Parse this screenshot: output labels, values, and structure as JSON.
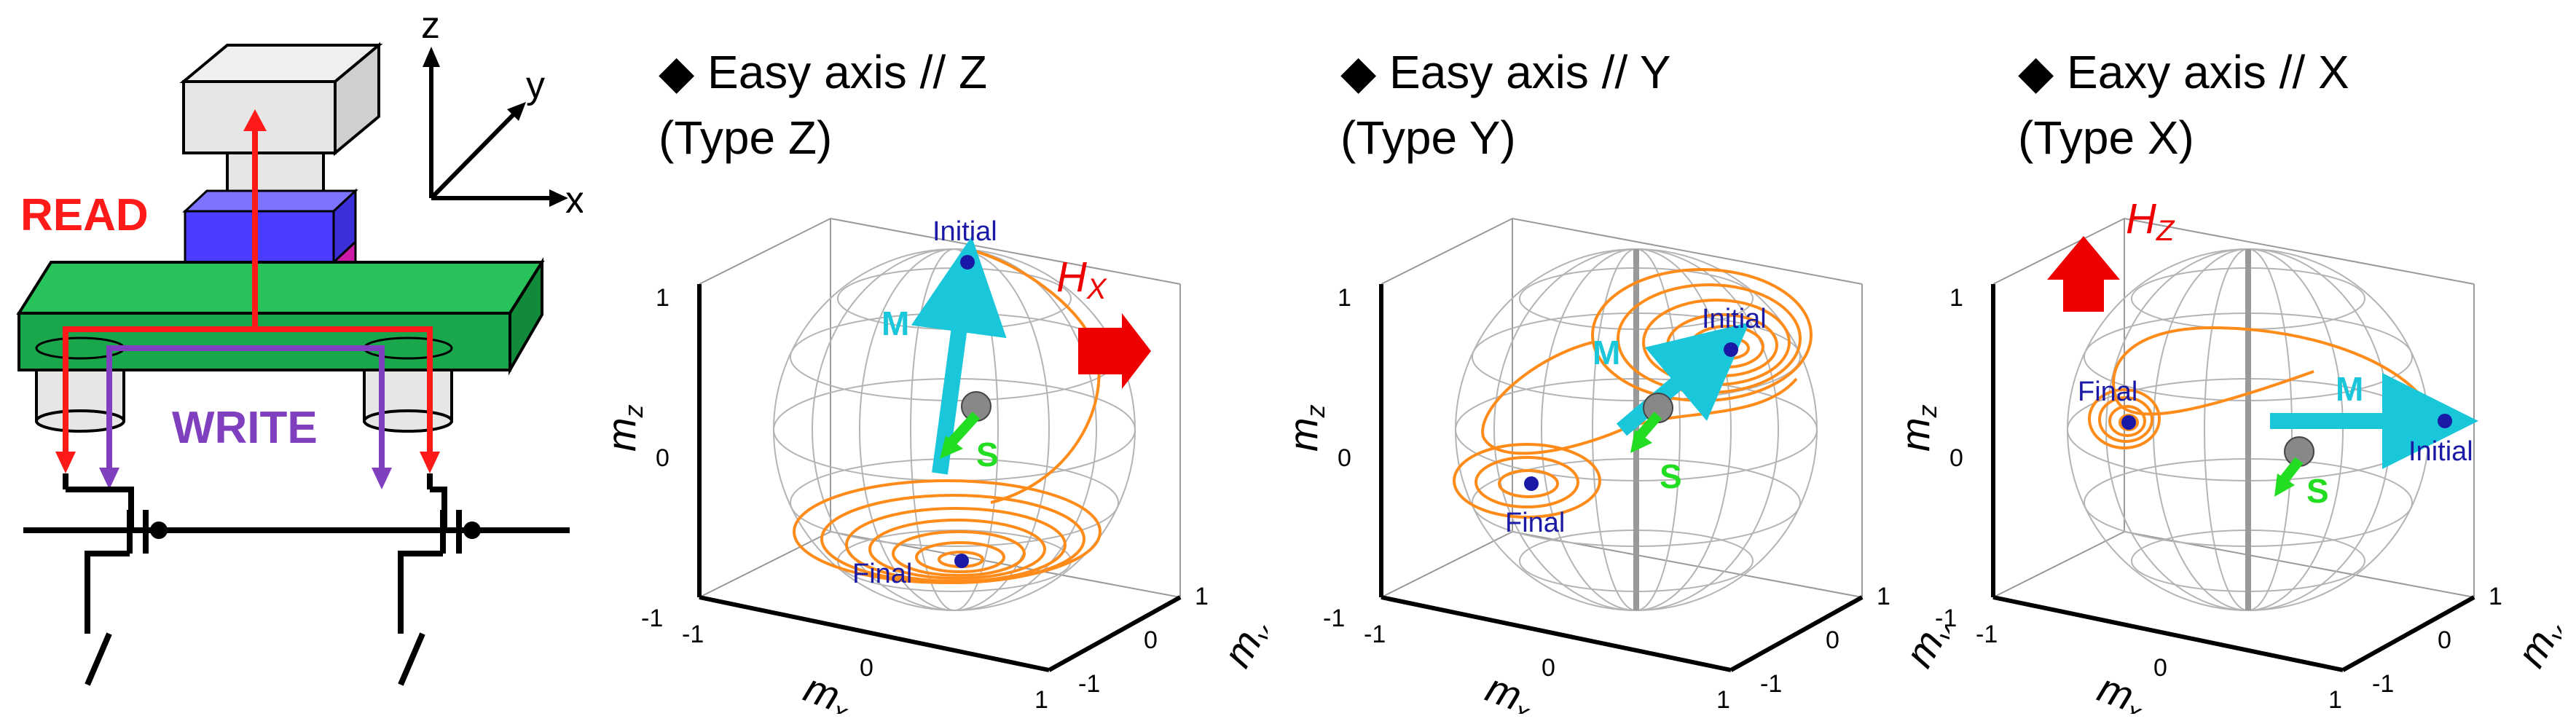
{
  "device": {
    "read_label": "READ",
    "write_label": "WRITE",
    "axes": {
      "z": "z",
      "y": "y",
      "x": "x"
    },
    "colors": {
      "read": "#ff1a1a",
      "write": "#7f3fbf",
      "substrate": "#1aa64a",
      "mtj_blue": "#4b3dff",
      "mtj_pink": "#ff33cc",
      "pillar": "#e6e6e6"
    }
  },
  "panels": [
    {
      "title": "Easy axis // Z",
      "type_label": "(Type Z)",
      "initial_label": "Initial",
      "final_label": "Final",
      "m_label": "M",
      "s_label": "S",
      "field_label": "H",
      "field_sub": "X",
      "axis_z_label": "m",
      "axis_z_sub": "z",
      "axis_x_label": "m",
      "axis_x_sub": "x",
      "axis_y_label": "m",
      "axis_y_sub": "y",
      "ticks_z": [
        "1",
        "0",
        "-1"
      ],
      "ticks_x": [
        "-1",
        "0",
        "1"
      ],
      "ticks_y": [
        "1",
        "0",
        "-1"
      ]
    },
    {
      "title": "Easy axis // Y",
      "type_label": "(Type Y)",
      "initial_label": "Initial",
      "final_label": "Final",
      "m_label": "M",
      "s_label": "S",
      "axis_z_label": "m",
      "axis_z_sub": "z",
      "axis_x_label": "m",
      "axis_x_sub": "x",
      "axis_y_label": "m",
      "axis_y_sub": "y",
      "ticks_z": [
        "1",
        "0",
        "-1"
      ],
      "ticks_x": [
        "-1",
        "0",
        "1"
      ],
      "ticks_y": [
        "1",
        "0",
        "-1"
      ]
    },
    {
      "title": "Eaxy axis // X",
      "type_label": "(Type X)",
      "initial_label": "Initial",
      "final_label": "Final",
      "m_label": "M",
      "s_label": "S",
      "field_label": "H",
      "field_sub": "Z",
      "axis_z_label": "m",
      "axis_z_sub": "z",
      "axis_x_label": "m",
      "axis_x_sub": "x",
      "axis_y_label": "m",
      "axis_y_sub": "y",
      "ticks_z": [
        "1",
        "0",
        "-1"
      ],
      "ticks_x": [
        "-1",
        "0",
        "1"
      ],
      "ticks_y": [
        "1",
        "0",
        "-1"
      ]
    }
  ],
  "colors": {
    "trajectory": "#ff8c1a",
    "m_arrow": "#1ac6d9",
    "s_arrow": "#22dd22",
    "field_arrow": "#ee0000",
    "marker": "#1a1aa6",
    "mesh": "#b4b4b4"
  }
}
